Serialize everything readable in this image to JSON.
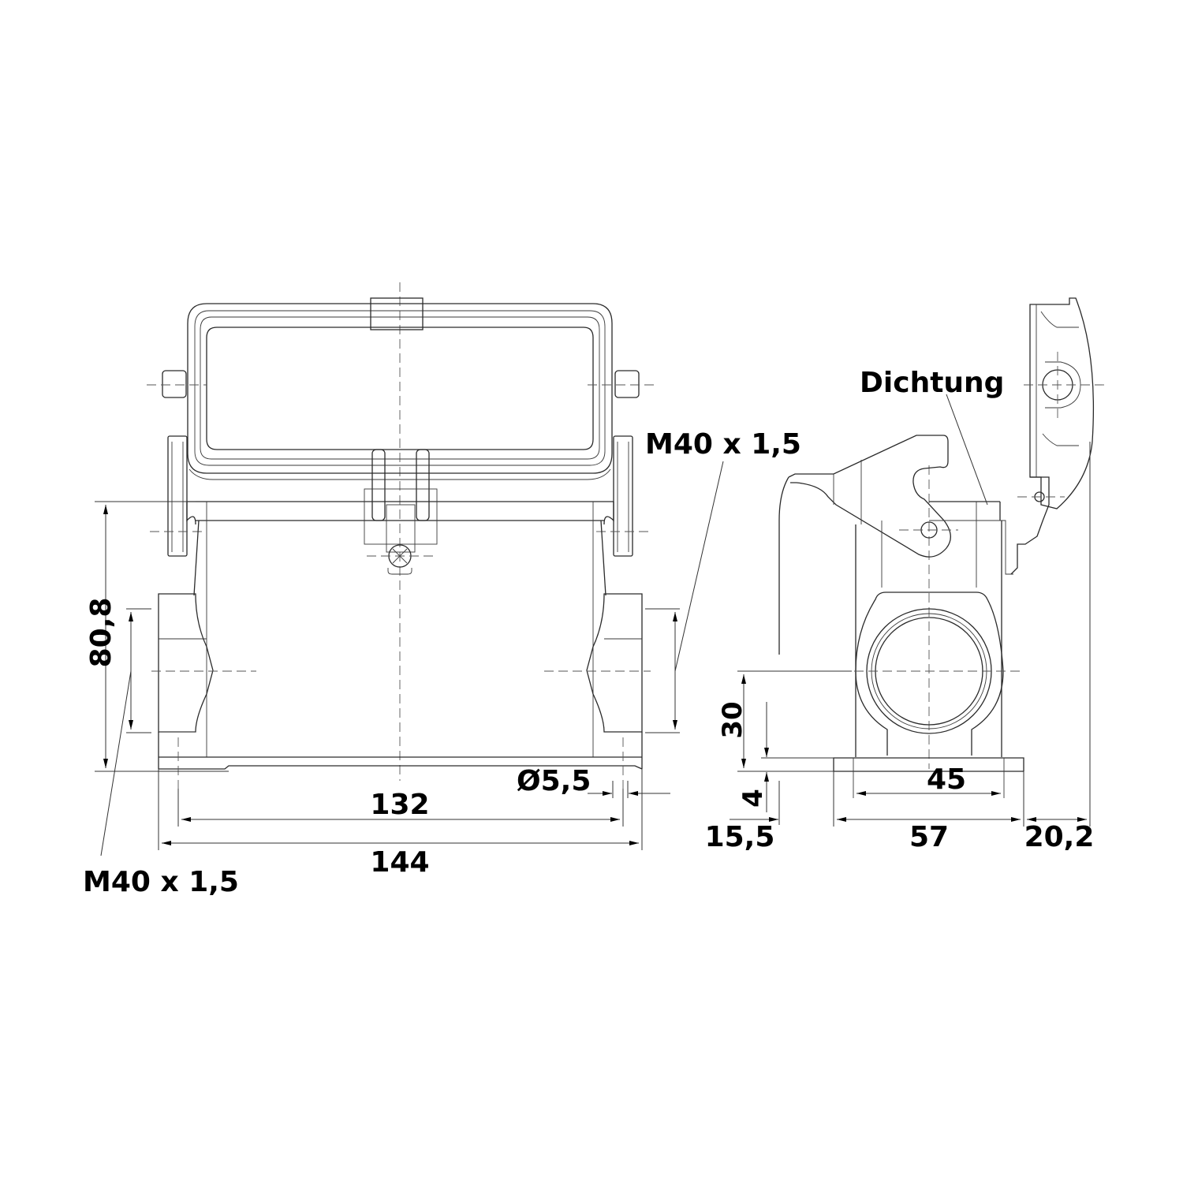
{
  "drawing": {
    "front_view": {
      "dimensions": {
        "height_total": "80,8",
        "bolt_spacing": "132",
        "width_total": "144",
        "hole_diameter": "Ø5,5"
      },
      "thread_left": "M40 x 1,5",
      "thread_right": "M40 x 1,5"
    },
    "side_view": {
      "seal_label": "Dichtung",
      "dimensions": {
        "thread_center_height": "30",
        "base_thickness": "4",
        "inner_width": "45",
        "left_offset": "15,5",
        "base_width": "57",
        "right_offset": "20,2"
      }
    }
  }
}
